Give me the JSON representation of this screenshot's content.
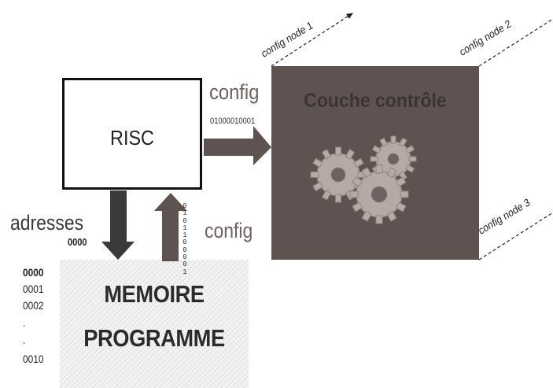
{
  "risc": {
    "label": "RISC"
  },
  "memory": {
    "line1": "MEMOIRE",
    "line2": "PROGRAMME",
    "addresses": [
      "0000",
      "0001",
      "0002",
      ".",
      ".",
      "0010"
    ]
  },
  "control": {
    "title": "Couche contrôle"
  },
  "config_out": {
    "label": "config",
    "bits": "01000010001"
  },
  "config_in": {
    "label": "config",
    "bits": "0101100001"
  },
  "adresses": {
    "label": "adresses",
    "value": "0000"
  },
  "nodes": {
    "node1": "config node 1",
    "node2": "config node 2",
    "node3": "config node 3"
  },
  "colors": {
    "control_box": "#5e5350",
    "arrow_brown": "#5e5350",
    "arrow_dark": "#3a3a3a",
    "gear": "#b7aaa6"
  }
}
